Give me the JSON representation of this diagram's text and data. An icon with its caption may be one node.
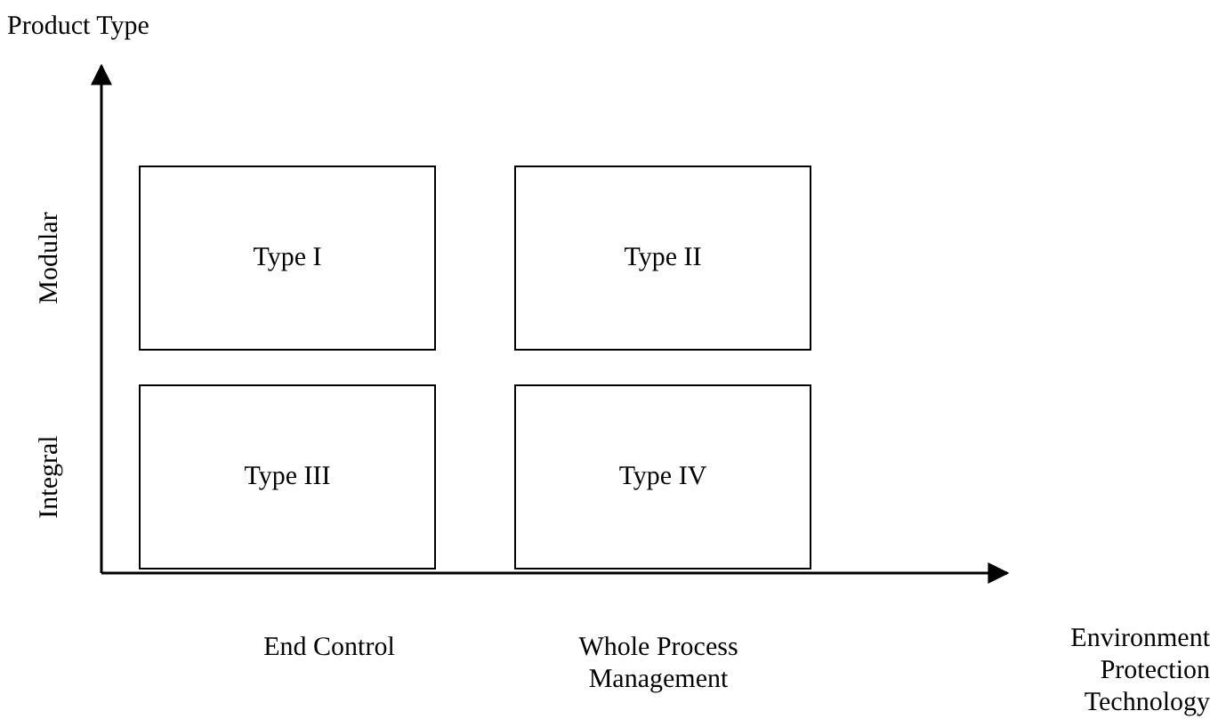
{
  "diagram": {
    "nodes": [
      {
        "text": [
          "Type I"
        ]
      },
      {
        "text": [
          "Type II"
        ]
      },
      {
        "text": [
          "Type III"
        ]
      },
      {
        "text": [
          "Type IV"
        ]
      }
    ],
    "labels": [
      "Product Type",
      "Modular",
      "Integral",
      "End Control",
      "Whole Process Management",
      "Environment Protection Technology"
    ]
  }
}
